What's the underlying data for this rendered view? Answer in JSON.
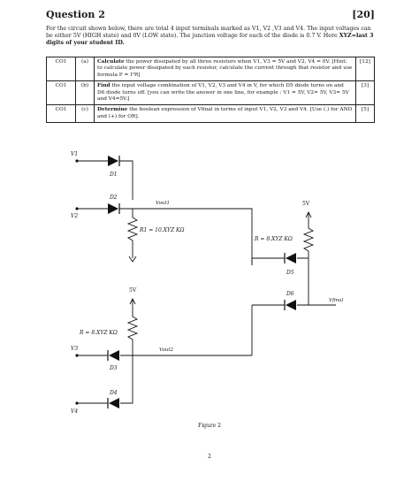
{
  "header": {
    "title": "Question 2",
    "marks": "[20]"
  },
  "intro": {
    "text": "For the circuit shown below, there are total 4 input terminals marked as V1, V2 ,V3 and V4. The input voltages can be either 5V (HIGH state) and 0V (LOW state). The junction voltage for each of the diode is 0.7 V. Here",
    "bold_text": "XYZ=last 3 digits of your student ID."
  },
  "rows": [
    {
      "co": "CO1",
      "part": "(a)",
      "bold": "Calculate",
      "text": " the power dissipated by all three resistors when V1, V3 = 5V and V2, V4 = 0V. [Hint: to calculate power dissipated by each resistor, calculate the current through that resistor and use formula P = I²R]",
      "marks": "[12]"
    },
    {
      "co": "CO1",
      "part": "(b)",
      "bold": "Find",
      "text": " the input voltage combination of V1, V2, V3 and V4 in V, for which D5 diode turns on and D6 diode turns off. [you can write the answer in one line, for example : V1 = 5V, V2= 5V, V3= 5V and V4=5V.]",
      "marks": "[3]"
    },
    {
      "co": "CO1",
      "part": "(c)",
      "bold": "Determine",
      "text": " the boolean expression of Vfinal in terms of input V1, V2, V3 and V4. [Use (.) for AND and (+) for OR].",
      "marks": "[5]"
    }
  ],
  "circuit": {
    "v1": "V1",
    "v2": "V2",
    "v3": "V3",
    "v4": "V4",
    "d1": "D1",
    "d2": "D2",
    "d3": "D3",
    "d4": "D4",
    "d5": "D5",
    "d6": "D6",
    "r1": "R1 = 10.XYZ KΩ",
    "r2": "R = 8.XYZ KΩ",
    "r3": "R = 8.XYZ KΩ",
    "vout1": "Vout1",
    "vout2": "Vout2",
    "vfinal": "Vfinal",
    "supply1": "5V",
    "supply2": "5V"
  },
  "figure_caption": "Figure 2",
  "page_number": "2"
}
